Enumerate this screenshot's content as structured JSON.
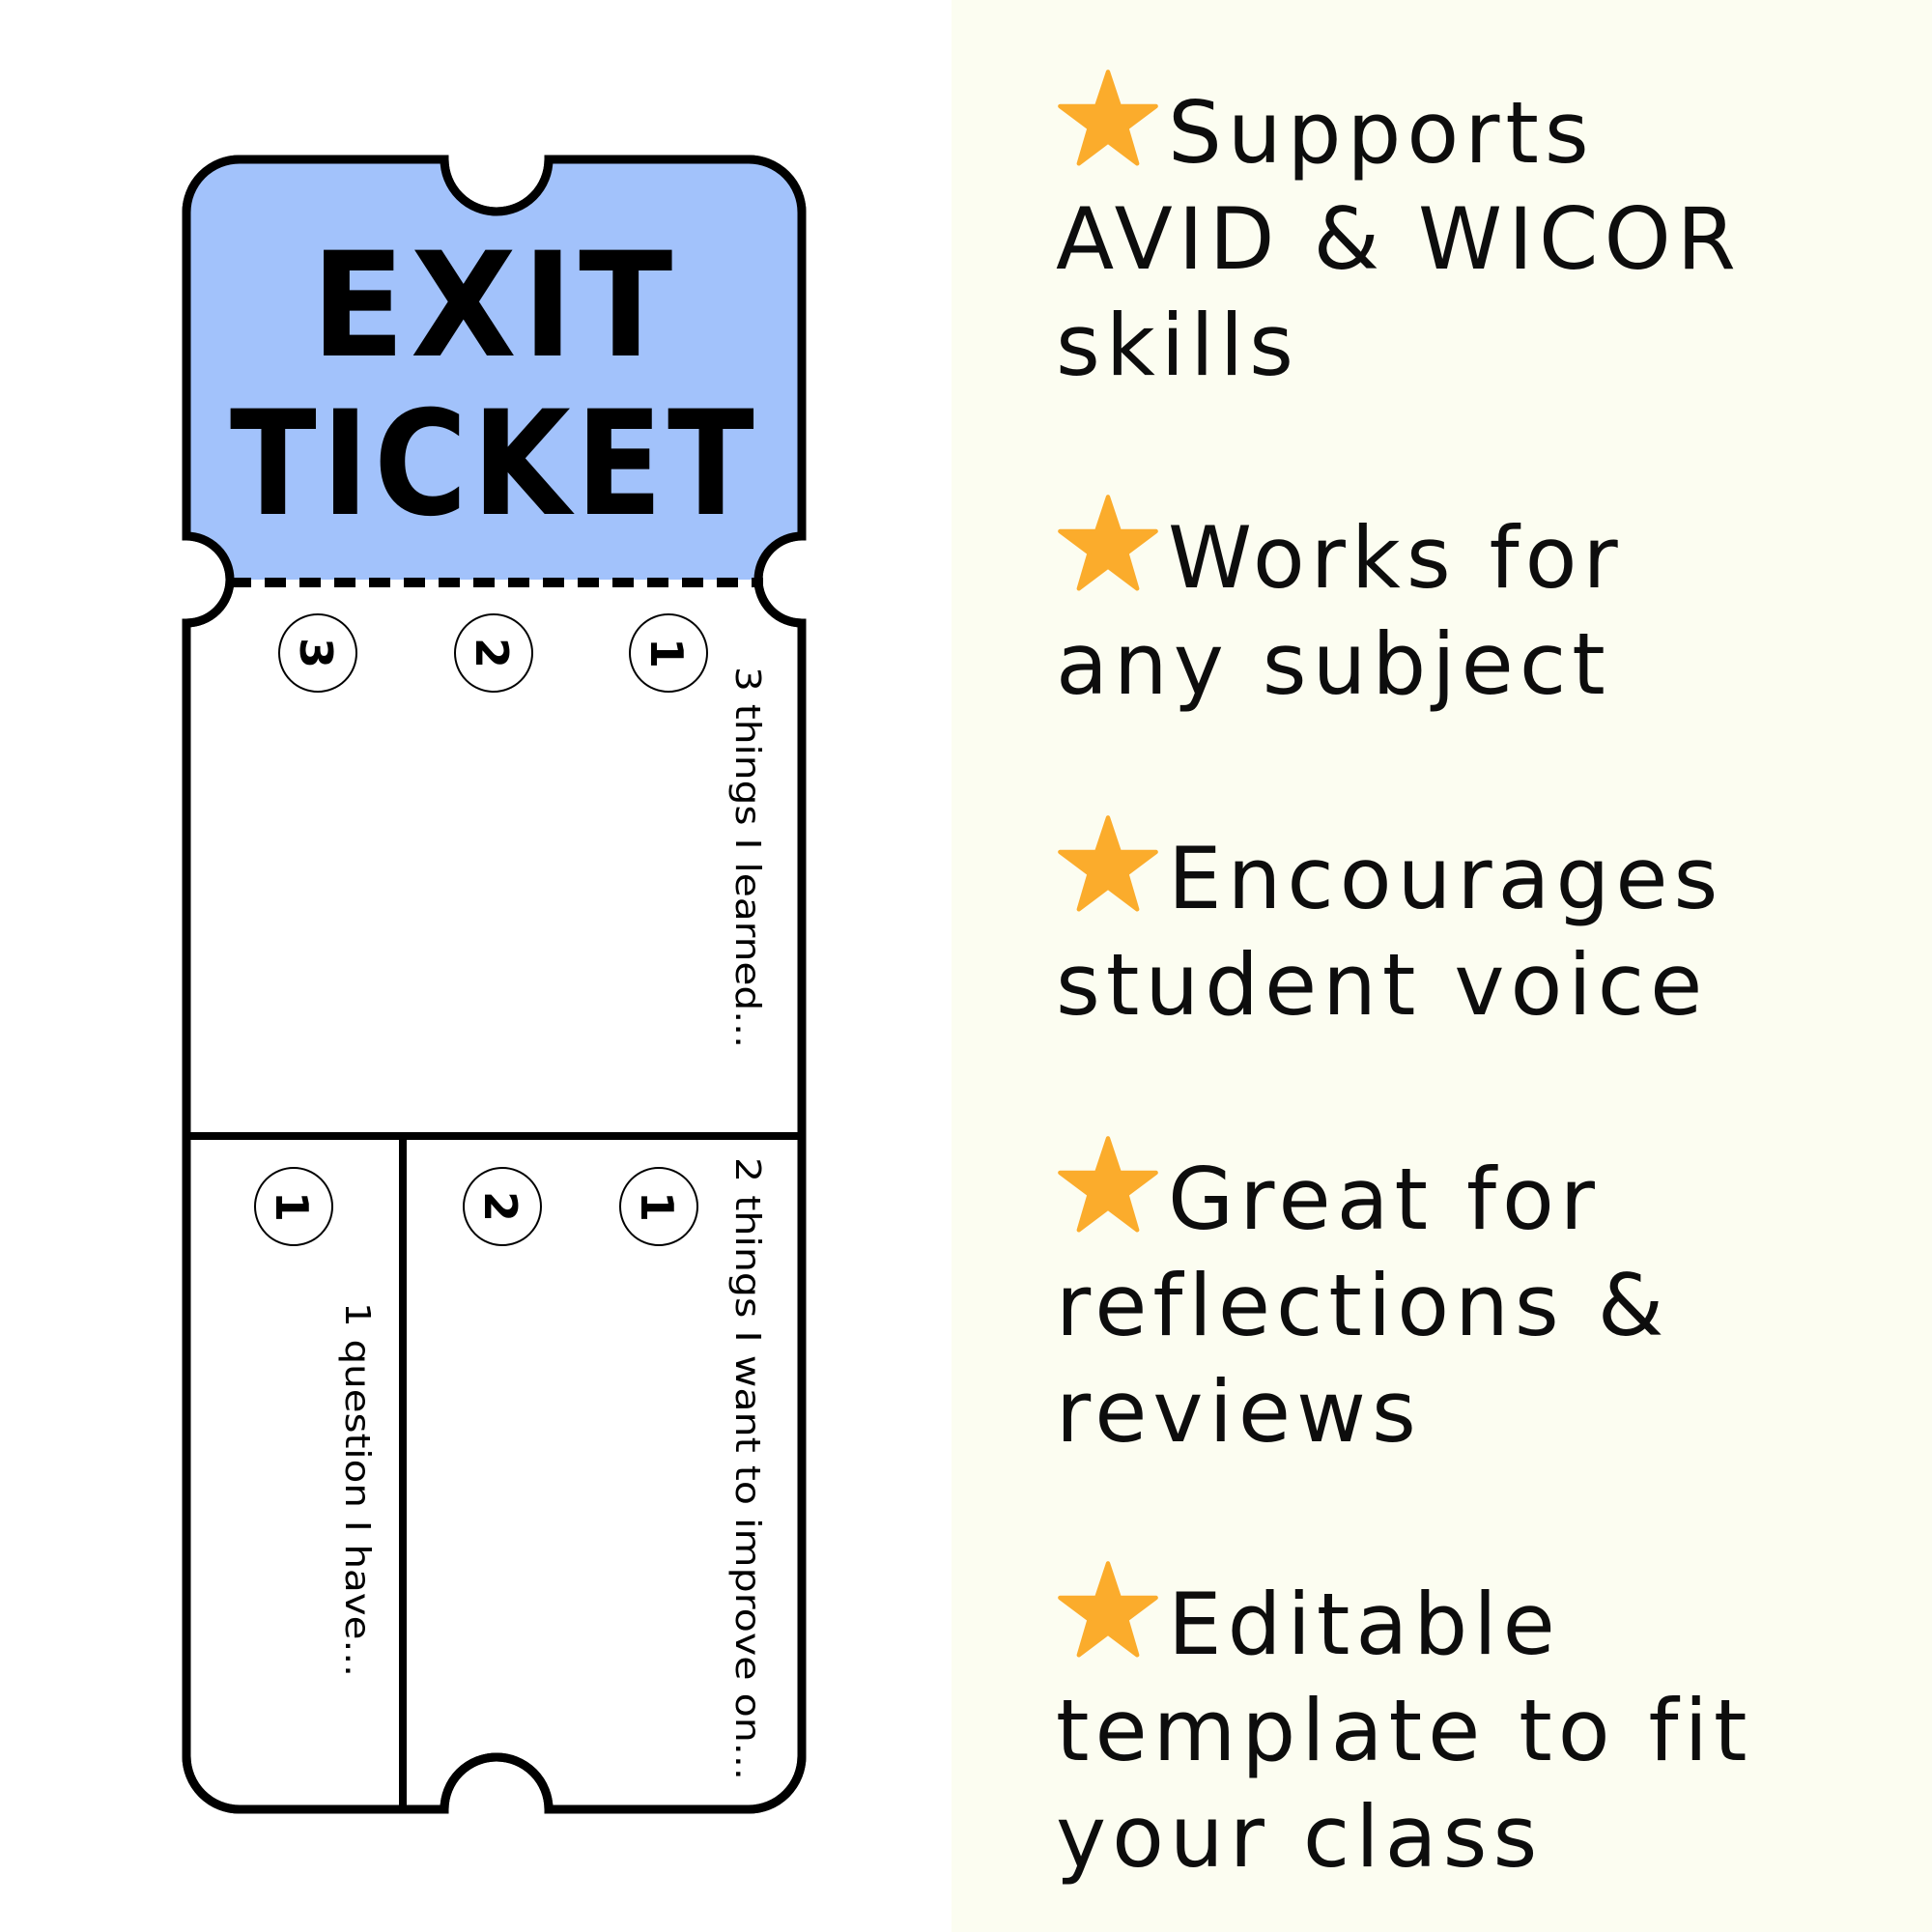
{
  "ticket": {
    "title_line1": "EXIT",
    "title_line2": "TICKET",
    "header_color": "#a2c2fb",
    "top_section": {
      "prompt": "3 things I learned...",
      "badges": [
        "1",
        "2",
        "3"
      ]
    },
    "bottom_left_section": {
      "prompt": "1 question I have...",
      "badges": [
        "1"
      ]
    },
    "bottom_right_section": {
      "prompt": "2 things I want to improve on...",
      "badges": [
        "1",
        "2"
      ]
    }
  },
  "features": [
    {
      "icon": "star-icon",
      "lines": [
        "Supports",
        "AVID & WICOR",
        "skills"
      ]
    },
    {
      "icon": "star-icon",
      "lines": [
        "Works for",
        "any subject"
      ]
    },
    {
      "icon": "star-icon",
      "lines": [
        "Encourages",
        "student voice"
      ]
    },
    {
      "icon": "star-icon",
      "lines": [
        "Great for",
        "reflections &",
        "reviews"
      ]
    },
    {
      "icon": "star-icon",
      "lines": [
        "Editable",
        "template to fit",
        "your class"
      ]
    }
  ],
  "colors": {
    "star": "#fbac2c",
    "panel_background": "#fcfdf1",
    "outline": "#000000"
  }
}
